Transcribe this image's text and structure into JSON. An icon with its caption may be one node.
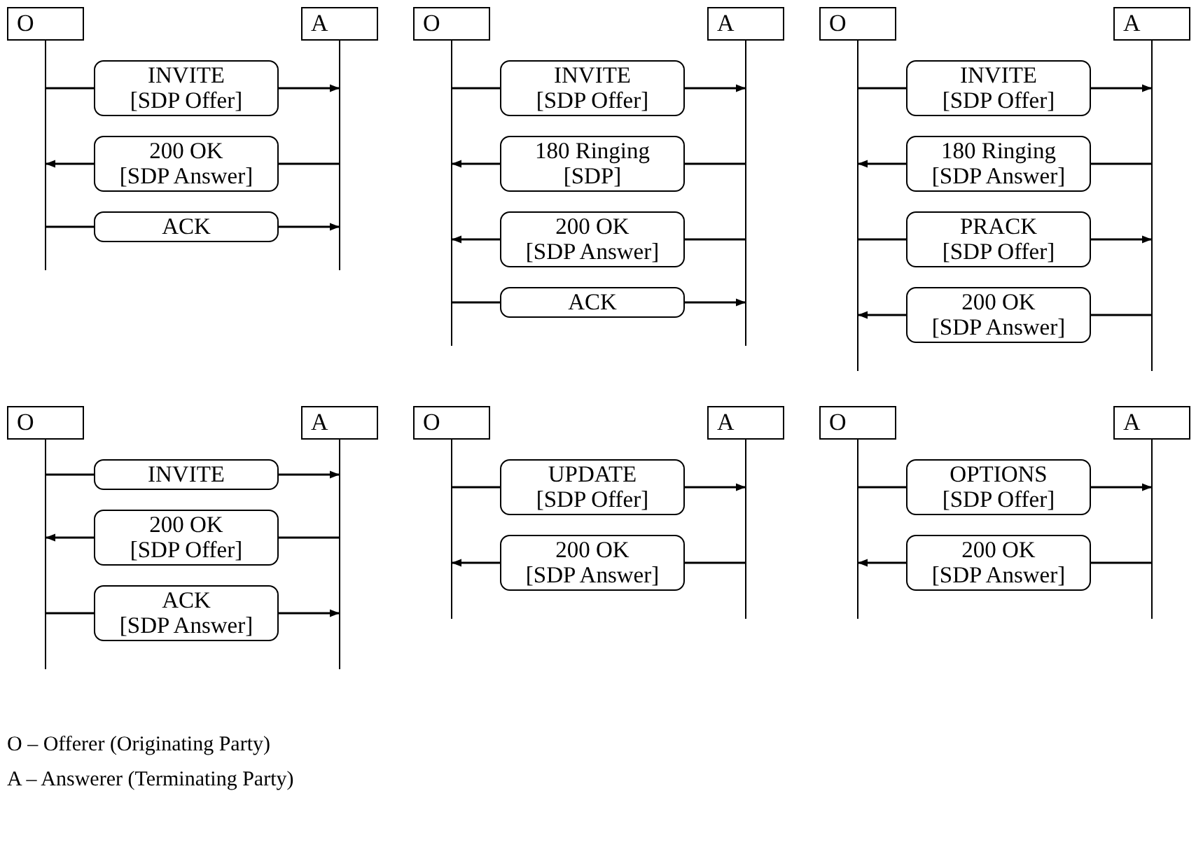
{
  "diagram": {
    "nodes": [
      {
        "text": [
          "O"
        ]
      },
      {
        "text": [
          "A"
        ]
      },
      {
        "text": [
          "INVITE",
          "[SDP Offer]"
        ]
      },
      {
        "text": [
          "200 OK",
          "[SDP Answer]"
        ]
      },
      {
        "text": [
          "ACK"
        ]
      },
      {
        "text": [
          "O"
        ]
      },
      {
        "text": [
          "A"
        ]
      },
      {
        "text": [
          "INVITE",
          "[SDP Offer]"
        ]
      },
      {
        "text": [
          "180 Ringing",
          "[SDP]"
        ]
      },
      {
        "text": [
          "200 OK",
          "[SDP Answer]"
        ]
      },
      {
        "text": [
          "ACK"
        ]
      },
      {
        "text": [
          "O"
        ]
      },
      {
        "text": [
          "A"
        ]
      },
      {
        "text": [
          "INVITE",
          "[SDP Offer]"
        ]
      },
      {
        "text": [
          "180 Ringing",
          "[SDP Answer]"
        ]
      },
      {
        "text": [
          "PRACK",
          "[SDP Offer]"
        ]
      },
      {
        "text": [
          "200 OK",
          "[SDP Answer]"
        ]
      },
      {
        "text": [
          "O"
        ]
      },
      {
        "text": [
          "A"
        ]
      },
      {
        "text": [
          "INVITE"
        ]
      },
      {
        "text": [
          "200 OK",
          "[SDP Offer]"
        ]
      },
      {
        "text": [
          "ACK",
          "[SDP Answer]"
        ]
      },
      {
        "text": [
          "O"
        ]
      },
      {
        "text": [
          "A"
        ]
      },
      {
        "text": [
          "UPDATE",
          "[SDP Offer]"
        ]
      },
      {
        "text": [
          "200 OK",
          "[SDP Answer]"
        ]
      },
      {
        "text": [
          "O"
        ]
      },
      {
        "text": [
          "A"
        ]
      },
      {
        "text": [
          "OPTIONS",
          "[SDP Offer]"
        ]
      },
      {
        "text": [
          "200 OK",
          "[SDP Answer]"
        ]
      }
    ],
    "edges": [
      {
        "from": 0,
        "to": 2,
        "arrow": "none"
      },
      {
        "from": 2,
        "to": 1,
        "arrow": "to"
      },
      {
        "from": 1,
        "to": 3,
        "arrow": "none"
      },
      {
        "from": 3,
        "to": 0,
        "arrow": "to"
      },
      {
        "from": 0,
        "to": 4,
        "arrow": "none"
      },
      {
        "from": 4,
        "to": 1,
        "arrow": "to"
      },
      {
        "from": 5,
        "to": 7,
        "arrow": "none"
      },
      {
        "from": 7,
        "to": 6,
        "arrow": "to"
      },
      {
        "from": 6,
        "to": 8,
        "arrow": "none"
      },
      {
        "from": 8,
        "to": 5,
        "arrow": "to"
      },
      {
        "from": 6,
        "to": 9,
        "arrow": "none"
      },
      {
        "from": 9,
        "to": 5,
        "arrow": "to"
      },
      {
        "from": 5,
        "to": 10,
        "arrow": "none"
      },
      {
        "from": 10,
        "to": 6,
        "arrow": "to"
      },
      {
        "from": 11,
        "to": 13,
        "arrow": "none"
      },
      {
        "from": 13,
        "to": 12,
        "arrow": "to"
      },
      {
        "from": 12,
        "to": 14,
        "arrow": "none"
      },
      {
        "from": 14,
        "to": 11,
        "arrow": "to"
      },
      {
        "from": 11,
        "to": 15,
        "arrow": "none"
      },
      {
        "from": 15,
        "to": 12,
        "arrow": "to"
      },
      {
        "from": 12,
        "to": 16,
        "arrow": "none"
      },
      {
        "from": 16,
        "to": 11,
        "arrow": "to"
      },
      {
        "from": 17,
        "to": 19,
        "arrow": "none"
      },
      {
        "from": 19,
        "to": 18,
        "arrow": "to"
      },
      {
        "from": 18,
        "to": 20,
        "arrow": "none"
      },
      {
        "from": 20,
        "to": 17,
        "arrow": "to"
      },
      {
        "from": 17,
        "to": 21,
        "arrow": "none"
      },
      {
        "from": 21,
        "to": 18,
        "arrow": "to"
      },
      {
        "from": 22,
        "to": 24,
        "arrow": "none"
      },
      {
        "from": 24,
        "to": 23,
        "arrow": "to"
      },
      {
        "from": 23,
        "to": 25,
        "arrow": "none"
      },
      {
        "from": 25,
        "to": 22,
        "arrow": "to"
      },
      {
        "from": 26,
        "to": 28,
        "arrow": "none"
      },
      {
        "from": 28,
        "to": 27,
        "arrow": "to"
      },
      {
        "from": 27,
        "to": 29,
        "arrow": "none"
      },
      {
        "from": 29,
        "to": 26,
        "arrow": "to"
      }
    ],
    "labels": [
      "O – Offerer (Originating Party)",
      "A – Answerer (Terminating Party)"
    ]
  }
}
